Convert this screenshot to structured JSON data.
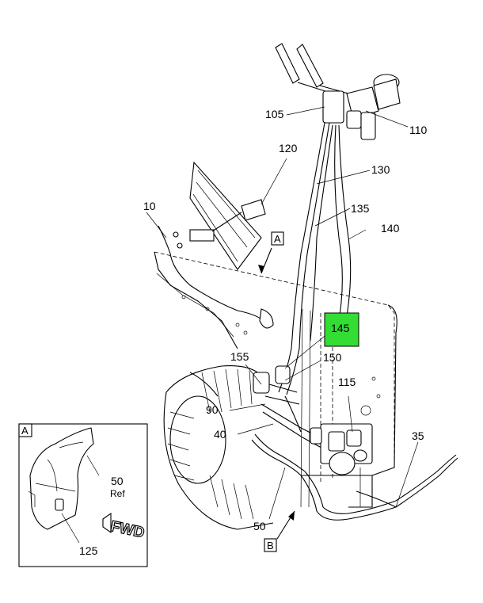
{
  "callouts": {
    "c105": "105",
    "c110": "110",
    "c120": "120",
    "c130": "130",
    "c135": "135",
    "c140": "140",
    "c10": "10",
    "c145": "145",
    "c155": "155",
    "c150": "150",
    "c115": "115",
    "c90": "90",
    "c40": "40",
    "c35": "35",
    "c50": "50",
    "c50inset": "50",
    "ref": "Ref",
    "c125": "125"
  },
  "view_labels": {
    "a_main": "A",
    "b_main": "B",
    "a_inset": "A"
  },
  "fwd_label": "FWD",
  "colors": {
    "highlight": "#33dd33",
    "line": "#000000",
    "background": "#ffffff"
  }
}
